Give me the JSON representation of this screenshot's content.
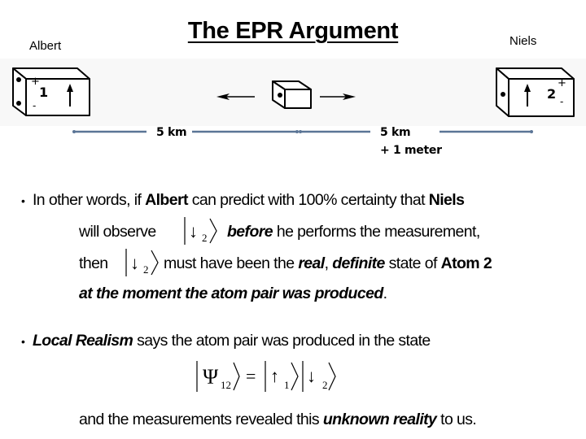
{
  "title": "The EPR Argument",
  "observers": {
    "left": "Albert",
    "right": "Niels"
  },
  "diagram": {
    "detector_left": {
      "number": "1",
      "plus": "+",
      "minus": "-",
      "arrow": "up-arrow"
    },
    "detector_right": {
      "number": "2",
      "plus": "+",
      "minus": "-",
      "arrow": "up-arrow"
    },
    "source": {
      "left_arrow": "left-arrow",
      "right_arrow": "right-arrow"
    },
    "distance_left": "5 km",
    "distance_right_line1": "5 km",
    "distance_right_line2": "+ 1 meter",
    "line_color": "#5b7596",
    "band_color": "#f8f8f8"
  },
  "bullets": [
    {
      "line1_pre": "In other words, if ",
      "line1_b1": "Albert",
      "line1_mid": " can predict with 100% certainty that ",
      "line1_b2": "Niels",
      "line2_pre": "will observe",
      "line2_ket": "|↓₂⟩",
      "line2_bi": "before",
      "line2_post": " he performs the measurement,",
      "line3_pre": "then",
      "line3_ket": "|↓₂⟩",
      "line3_mid": " must have been the ",
      "line3_bi1": "real",
      "line3_comma": ", ",
      "line3_bi2": "definite",
      "line3_mid2": " state of ",
      "line3_b": "Atom 2",
      "line4_bi": "at the moment the atom pair was produced",
      "line4_end": "."
    },
    {
      "line1_bi": "Local Realism",
      "line1_post": " says the atom pair was produced in the state",
      "equation": "|Ψ₁₂⟩ = |↑₁⟩|↓₂⟩",
      "line3_pre": "and the measurements revealed this ",
      "line3_bi": "unknown reality",
      "line3_post": " to us."
    }
  ]
}
